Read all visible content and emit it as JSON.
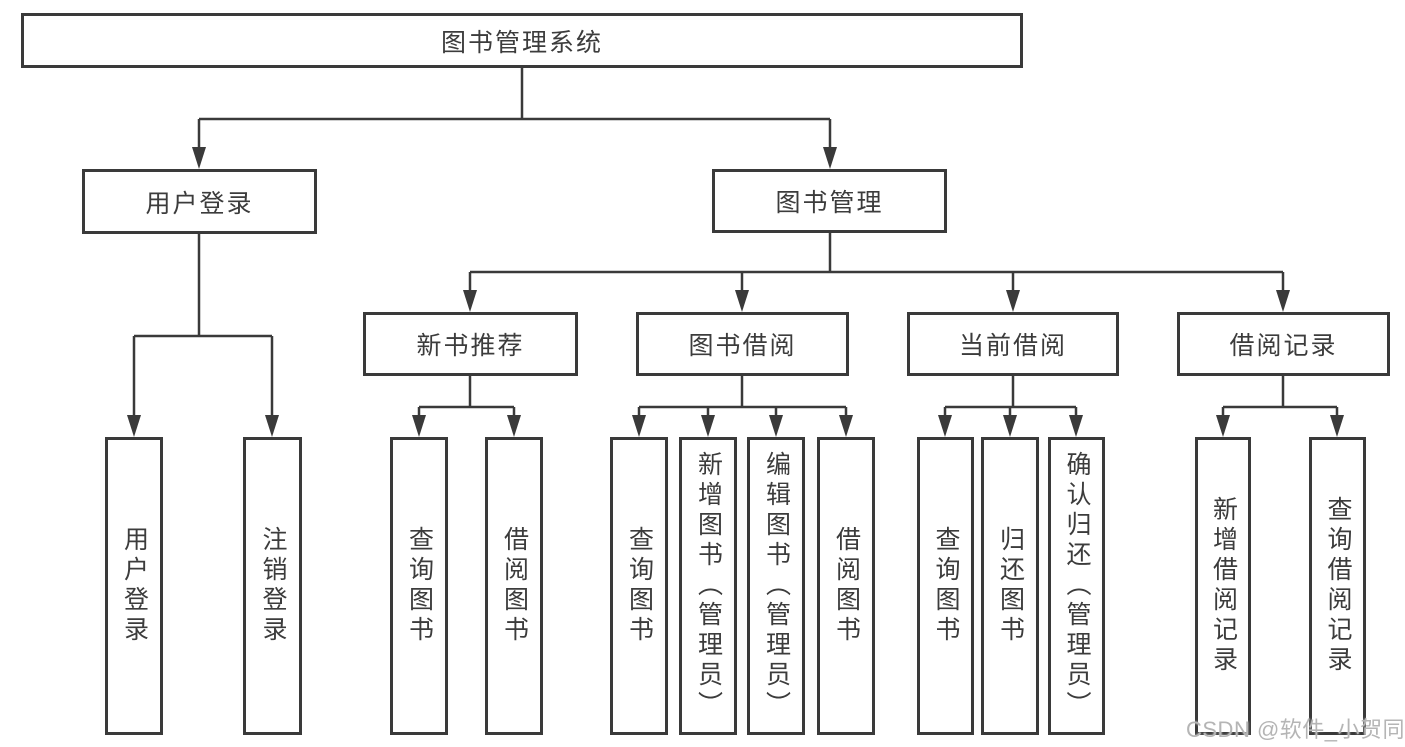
{
  "diagram": {
    "type": "hierarchy-tree",
    "colors": {
      "line": "#3a3a3a",
      "box_border": "#3a3a3a",
      "box_fill": "#ffffff",
      "text": "#3c3c3c",
      "watermark_text": "#b5b5b5",
      "background": "#ffffff"
    }
  },
  "tree": {
    "label": "图书管理系统",
    "children": [
      {
        "label": "用户登录",
        "children": [
          {
            "label": "用户登录"
          },
          {
            "label": "注销登录"
          }
        ]
      },
      {
        "label": "图书管理",
        "children": [
          {
            "label": "新书推荐",
            "children": [
              {
                "label": "查询图书"
              },
              {
                "label": "借阅图书"
              }
            ]
          },
          {
            "label": "图书借阅",
            "children": [
              {
                "label": "查询图书"
              },
              {
                "label": "新增图书（管理员）"
              },
              {
                "label": "编辑图书（管理员）"
              },
              {
                "label": "借阅图书"
              }
            ]
          },
          {
            "label": "当前借阅",
            "children": [
              {
                "label": "查询图书"
              },
              {
                "label": "归还图书"
              },
              {
                "label": "确认归还（管理员）"
              }
            ]
          },
          {
            "label": "借阅记录",
            "children": [
              {
                "label": "新增借阅记录"
              },
              {
                "label": "查询借阅记录"
              }
            ]
          }
        ]
      }
    ]
  },
  "watermark": {
    "text": "CSDN @软件_小贺同学"
  }
}
